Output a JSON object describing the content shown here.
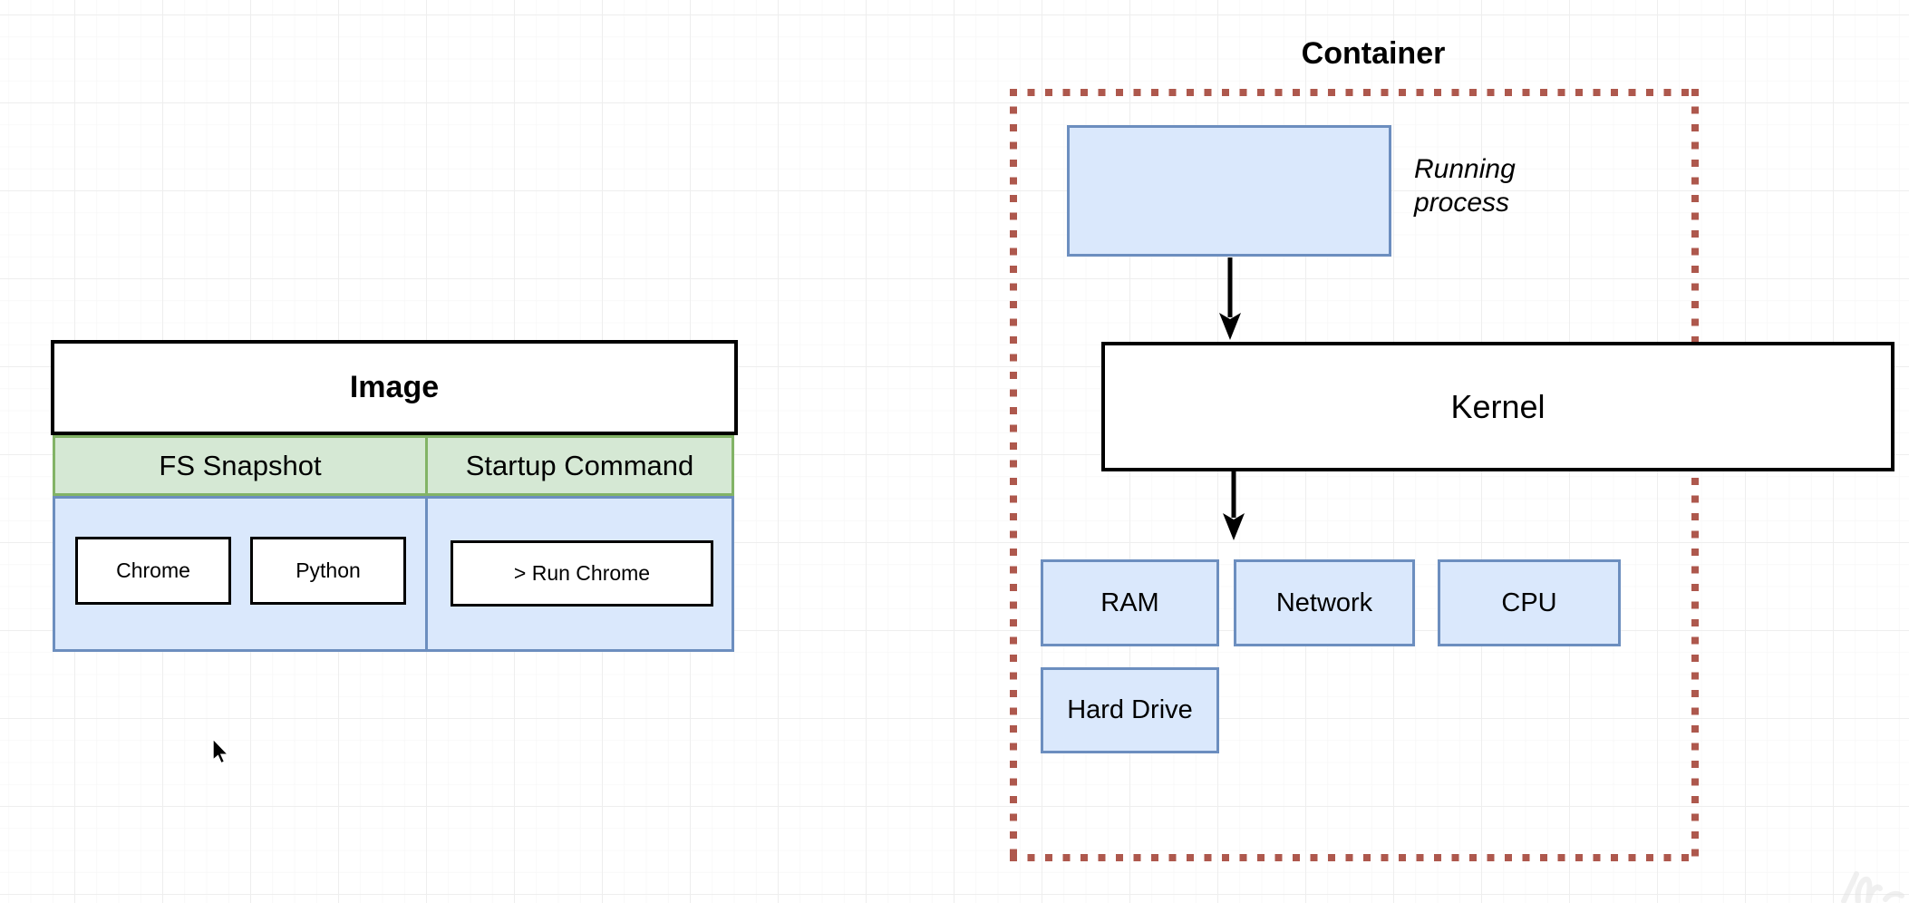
{
  "colors": {
    "canvas_background": "#ffffff",
    "grid_major": "#eeeeee",
    "grid_minor": "#f8f8f8",
    "blue_fill": "#dae8fc",
    "blue_border": "#6c8ebf",
    "green_fill": "#d5e8d4",
    "green_border": "#82b366",
    "container_dotted_border": "#ae584d",
    "shape_stroke": "#000000"
  },
  "image_table": {
    "title": "Image",
    "columns": [
      {
        "header": "FS Snapshot",
        "items": [
          "Chrome",
          "Python"
        ]
      },
      {
        "header": "Startup Command",
        "items": [
          "> Run Chrome"
        ]
      }
    ]
  },
  "container": {
    "label": "Container",
    "running_process": {
      "label": "Running process"
    },
    "kernel": {
      "label": "Kernel"
    },
    "resources": [
      "RAM",
      "Network",
      "CPU",
      "Hard Drive"
    ]
  }
}
